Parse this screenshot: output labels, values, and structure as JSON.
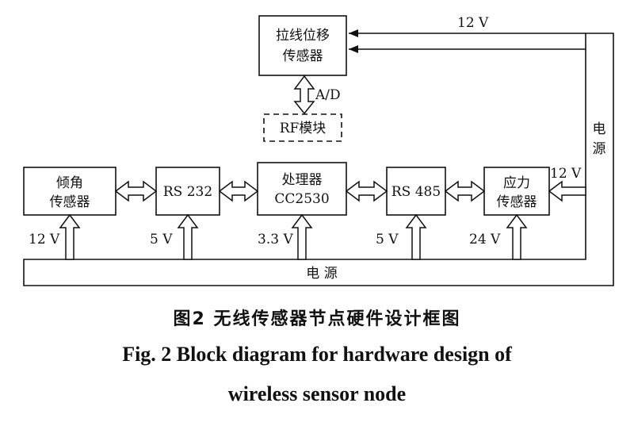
{
  "blocks": {
    "displacement_sensor": [
      "拉线位移",
      "传感器"
    ],
    "rf_module": "RF模块",
    "tilt_sensor": [
      "倾角",
      "传感器"
    ],
    "rs232": "RS  232",
    "processor": [
      "处理器",
      "CC2530"
    ],
    "rs485": "RS  485",
    "stress_sensor": [
      "应力",
      "传感器"
    ]
  },
  "labels": {
    "ad": "A/D",
    "v12_top": "12  V",
    "v12_stress": "12  V",
    "v12_tilt": "12  V",
    "v5_rs232": "5  V",
    "v33_processor": "3.3  V",
    "v5_rs485": "5  V",
    "v24_stress": "24  V",
    "power_bottom": "电  源",
    "power_right": [
      "电",
      "源"
    ]
  },
  "caption": {
    "cn": "图2  无线传感器节点硬件设计框图",
    "en_line1": "Fig. 2  Block diagram for hardware design of",
    "en_line2": "wireless sensor node"
  }
}
